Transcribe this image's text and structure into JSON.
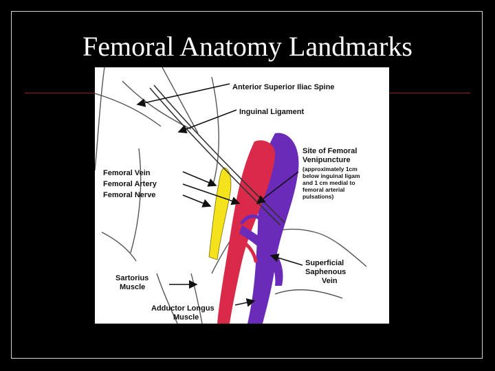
{
  "slide": {
    "title": "Femoral Anatomy Landmarks"
  },
  "diagram": {
    "labels": {
      "asis": "Anterior Superior Iliac Spine",
      "inguinal_ligament": "Inguinal Ligament",
      "site_line1": "Site of Femoral",
      "site_line2": "Venipuncture",
      "site_note1": "(approximately 1cm",
      "site_note2": "below inguinal ligam",
      "site_note3": "and 1 cm medial to",
      "site_note4": "femoral arterial",
      "site_note5": "pulsations)",
      "femoral_vein": "Femoral Vein",
      "femoral_artery": "Femoral Artery",
      "femoral_nerve": "Femoral Nerve",
      "superficial_line1": "Superficial",
      "superficial_line2": "Saphenous",
      "superficial_line3": "Vein",
      "sartorius_line1": "Sartorius",
      "sartorius_line2": "Muscle",
      "adductor_line1": "Adductor Longus",
      "adductor_line2": "Muscle"
    },
    "colors": {
      "vein": "#6a2bb8",
      "artery": "#d92a4a",
      "nerve": "#f4e21c",
      "background": "#ffffff",
      "slide_background": "#000000",
      "rule": "#9b1c1c"
    }
  }
}
